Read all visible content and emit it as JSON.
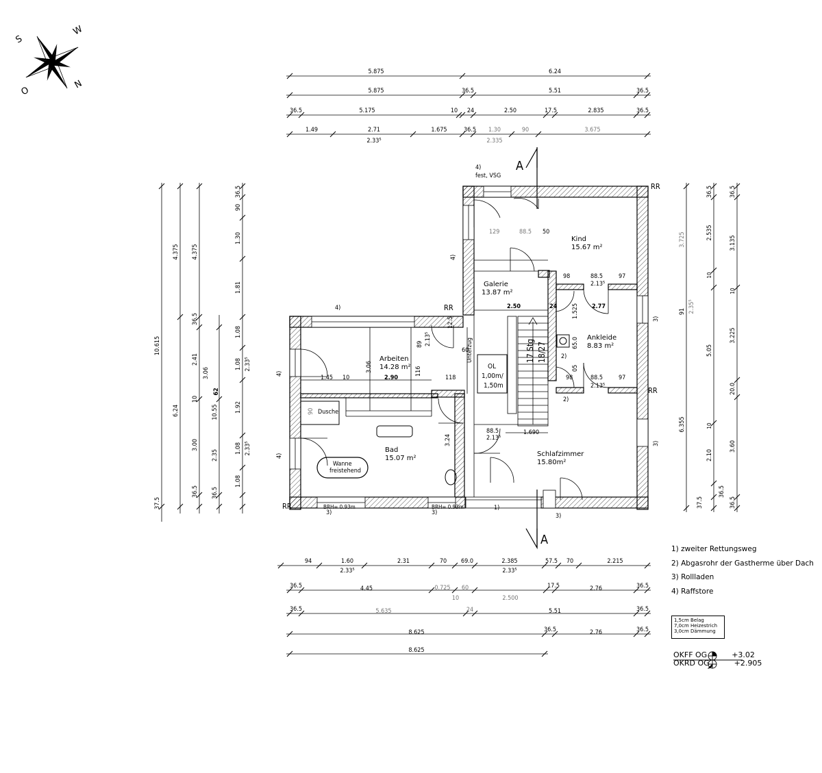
{
  "compass": {
    "n": "N",
    "o": "O",
    "s": "S",
    "w": "W"
  },
  "dims_top": [
    [
      "5.875",
      "6.24"
    ],
    [
      "5.875",
      "36.5",
      "5.51",
      "36.5"
    ],
    [
      "36.5",
      "5.175",
      "10",
      "24",
      "2.50",
      "17.5",
      "2.835",
      "36.5"
    ],
    [
      "1.49",
      "2.71",
      "2.33⁵",
      "1.675",
      "36.5",
      "1.30",
      "2.335",
      "90",
      "3.675"
    ]
  ],
  "dims_bottom": [
    [
      "94",
      "1.60",
      "2.33⁵",
      "2.31",
      "70",
      "69.0",
      "2.385",
      "2.33⁵",
      "57.5",
      "70",
      "2.215"
    ],
    [
      "36.5",
      "4.45",
      "0.725",
      "60",
      "10",
      "17.5",
      "2.500",
      "2.76",
      "36.5"
    ],
    [
      "36.5",
      "5.635",
      "24",
      "5.51",
      "36.5"
    ],
    [
      "8.625",
      "36.5",
      "2.76",
      "36.5"
    ],
    [
      "8.625"
    ]
  ],
  "dims_left": [
    "10.615",
    "4.375",
    "6.24",
    "4.375",
    "3.00",
    "36.5",
    "2.41",
    "3.06",
    "36.5",
    "10.55",
    "10",
    "62",
    "2.35",
    "36.5",
    "37.5",
    "36.5",
    "90",
    "1.30",
    "1.81",
    "1.08",
    "1.08",
    "2.33⁵",
    "1.92",
    "1.08",
    "2.33⁵",
    "1.08"
  ],
  "dims_right": [
    "3.725",
    "6.355",
    "2.35⁵",
    "36.5",
    "2.535",
    "10",
    "91",
    "5.05",
    "10",
    "2.10",
    "37.5",
    "36.5",
    "36.5",
    "3.135",
    "10",
    "3.225",
    "20.0",
    "3.60",
    "36.5"
  ],
  "interior_dims": [
    "129",
    "88.5",
    "50",
    "98",
    "88.5",
    "2.13⁵",
    "97",
    "2.50",
    "24",
    "2.77",
    "1.525",
    "65.0",
    "98",
    "88.5",
    "2.13⁵",
    "97",
    "05",
    "89",
    "2.13⁵",
    "12.5",
    "60",
    "116",
    "118",
    "1.45",
    "10",
    "2.90",
    "3.06",
    "90",
    "88.5",
    "2.13⁵",
    "1.690",
    "3.24"
  ],
  "rooms": [
    {
      "name": "Kind",
      "area": "15.67 m²"
    },
    {
      "name": "Galerie",
      "area": "13.87 m²"
    },
    {
      "name": "Ankleide",
      "area": "8.83 m²"
    },
    {
      "name": "Arbeiten",
      "area": "14.28 m²"
    },
    {
      "name": "Bad",
      "area": "15.07 m²"
    },
    {
      "name": "Schlafzimmer",
      "area": "15.80m²"
    }
  ],
  "labels": {
    "rr": "RR",
    "section": "A",
    "fest": "4)",
    "fest2": "fest, VSG",
    "dusche": "Dusche",
    "wanne1": "Wanne",
    "wanne2": "freistehend",
    "brh": "BRH= 0.93m",
    "unterzug": "Unterzug",
    "ol1": "OL",
    "ol2": "1,00m/",
    "ol3": "1,50m",
    "stairs1": "17 Stg",
    "stairs2": "18/27",
    "n1": "1)",
    "n2": "2)",
    "n3": "3)",
    "n4": "4)"
  },
  "legend": [
    "1) zweiter Rettungsweg",
    "2) Abgasrohr der Gastherme über Dach",
    "3) Rollladen",
    "4) Raffstore"
  ],
  "floor_build": [
    "1,5cm Belag",
    "7,0cm Heizestrich",
    "3,0cm Dämmung"
  ],
  "levels": [
    {
      "label": "OKFF OG",
      "value": "+3.02"
    },
    {
      "label": "OKRD OG",
      "value": "+2.905"
    }
  ]
}
